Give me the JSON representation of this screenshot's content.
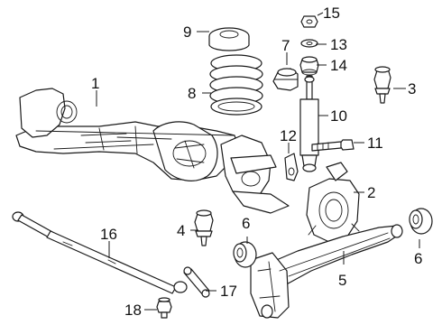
{
  "callouts": [
    "1",
    "2",
    "3",
    "4",
    "5",
    "6",
    "6",
    "7",
    "8",
    "9",
    "10",
    "11",
    "12",
    "13",
    "14",
    "15",
    "16",
    "17",
    "18"
  ],
  "colors": {
    "line": "#1a1a1a",
    "background": "#ffffff"
  }
}
